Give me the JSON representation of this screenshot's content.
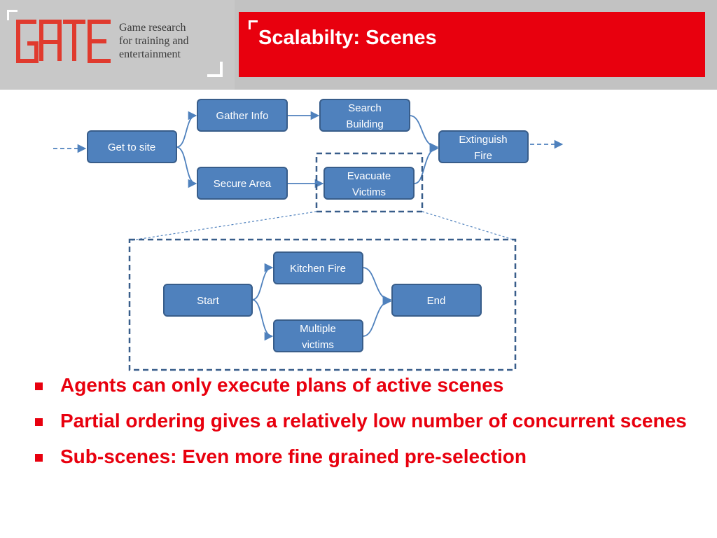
{
  "logo": {
    "mark": "GATE",
    "tagline_lines": [
      "Game research",
      "for training and",
      "entertainment"
    ]
  },
  "title": "Scalabilty: Scenes",
  "colors": {
    "accent": "#e8000e",
    "node_fill": "#4f81bd",
    "node_border": "#385d8a",
    "header_gray": "#c2c2c2"
  },
  "diagram": {
    "top": {
      "get_to_site": "Get to site",
      "gather_info": "Gather Info",
      "secure_area": "Secure Area",
      "search_building": [
        "Search",
        "Building"
      ],
      "evacuate_victims": [
        "Evacuate",
        "Victims"
      ],
      "extinguish_fire": [
        "Extinguish",
        "Fire"
      ]
    },
    "sub": {
      "start": "Start",
      "kitchen_fire": "Kitchen Fire",
      "multiple_victims": [
        "Multiple",
        "victims"
      ],
      "end": "End"
    }
  },
  "bullets": [
    "Agents can only execute plans of active scenes",
    "Partial ordering gives a relatively low number of concurrent scenes",
    "Sub-scenes: Even more fine grained pre-selection"
  ]
}
